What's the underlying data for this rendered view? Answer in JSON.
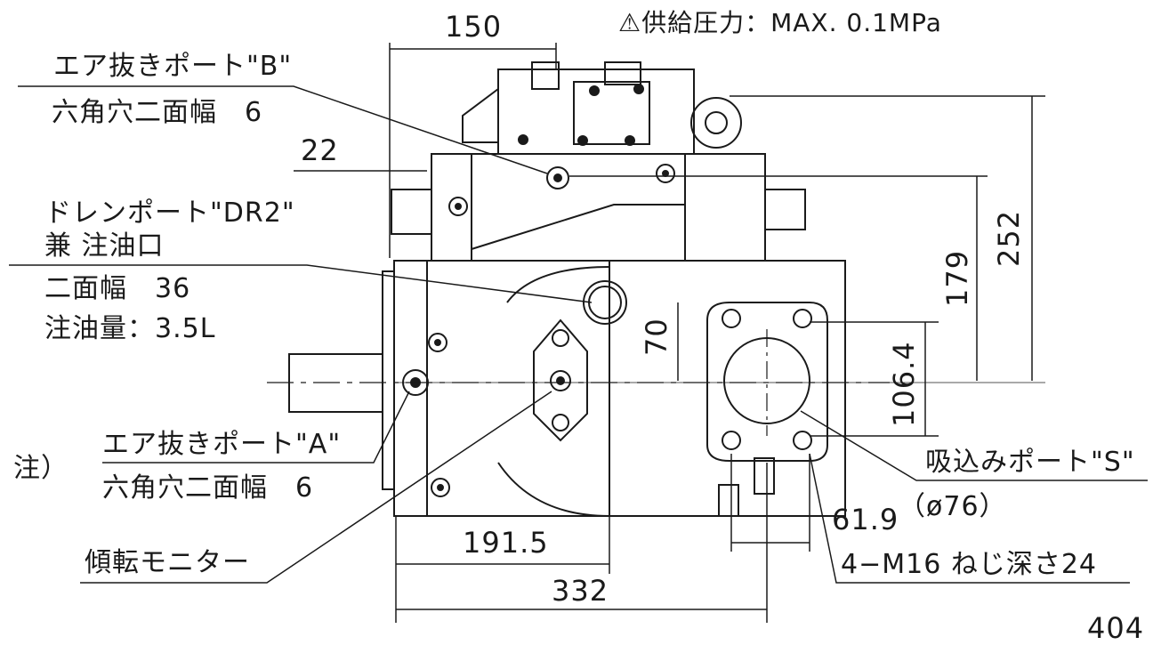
{
  "header": {
    "supply_pressure": "⚠供給圧力：MAX. 0.1MPa"
  },
  "callouts": {
    "air_port_b": {
      "title": "エア抜きポート\"B\"",
      "detail": "六角穴二面幅　6"
    },
    "drain_port": {
      "title": "ドレンポート\"DR2\"",
      "line2": "兼 注油口",
      "line3": "二面幅　36",
      "line4": "注油量：3.5L"
    },
    "air_port_a": {
      "prefix": "注）",
      "title": "エア抜きポート\"A\"",
      "detail": "六角穴二面幅　6"
    },
    "tilt_monitor": {
      "title": "傾転モニター"
    },
    "suction_port": {
      "title": "吸込みポート\"S\"",
      "detail": "（ø76）"
    },
    "thread": {
      "title": "4−M16 ねじ深さ24"
    }
  },
  "dimensions": {
    "d150": "150",
    "d22": "22",
    "d70": "70",
    "d179": "179",
    "d252": "252",
    "d106_4": "106.4",
    "d61_9": "61.9",
    "d191_5": "191.5",
    "d332": "332"
  },
  "page_number": "404"
}
